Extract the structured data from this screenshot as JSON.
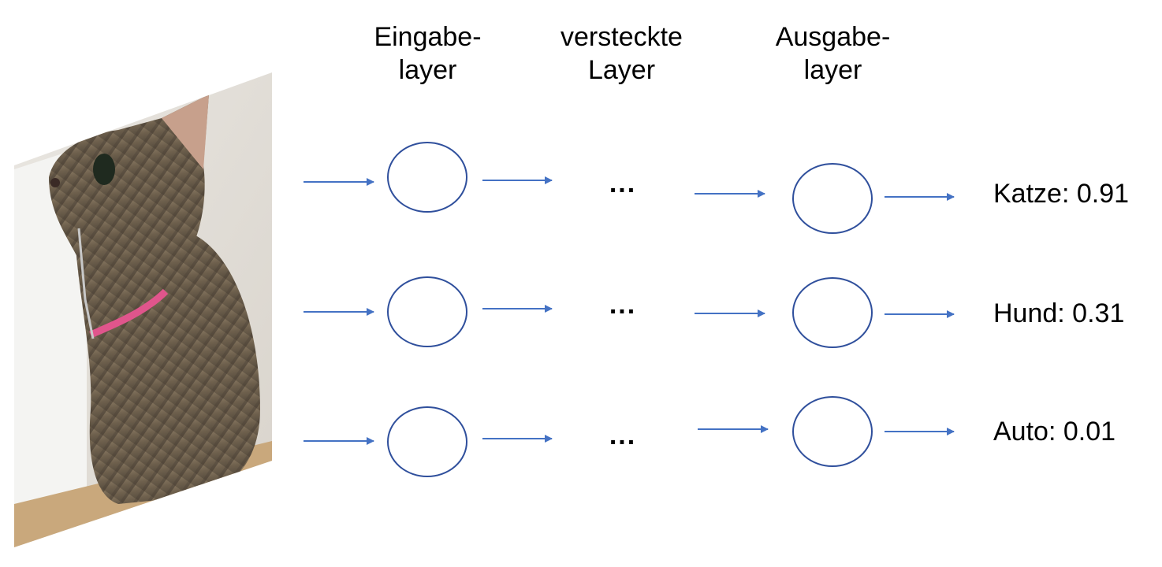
{
  "headers": [
    {
      "id": "input",
      "lines": [
        "Eingabe-",
        "layer"
      ]
    },
    {
      "id": "hidden",
      "lines": [
        "versteckte",
        "Layer"
      ]
    },
    {
      "id": "output",
      "lines": [
        "Ausgabe-",
        "layer"
      ]
    }
  ],
  "ellipsis": "...",
  "outputs": [
    {
      "label": "Katze",
      "value": "0.91",
      "text": "Katze: 0.91"
    },
    {
      "label": "Hund",
      "value": "0.31",
      "text": "Hund: 0.31"
    },
    {
      "label": "Auto",
      "value": "0.01",
      "text": "Auto: 0.01"
    }
  ],
  "input_image": {
    "subject": "tabby cat with pink collar",
    "icon": "cat-photo"
  },
  "colors": {
    "connector": "#4472c4",
    "node_stroke": "#2f4f9c",
    "text": "#000000"
  }
}
